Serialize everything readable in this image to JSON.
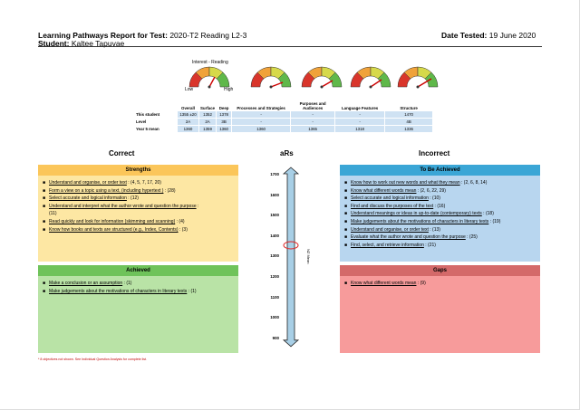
{
  "header": {
    "report_label": "Learning Pathways Report for Test:",
    "test_name": "2020-T2 Reading L2-3",
    "date_label": "Date Tested:",
    "date_value": "19 June 2020",
    "student_label": "Student:",
    "student_name": "Kaltee Tapuvae"
  },
  "gauges": {
    "interest_label": "Interest - Reading",
    "low_label": "Low",
    "high_label": "High",
    "colors": [
      "#d9352b",
      "#f0a23a",
      "#d6d94a",
      "#5fb84a"
    ]
  },
  "scores_table": {
    "columns": [
      "Overall",
      "Surface",
      "Deep",
      "Processes and Strategies",
      "Purposes and Audiences",
      "Language Features",
      "Structure"
    ],
    "rows": [
      {
        "label": "This student",
        "values": [
          "1355 ±20",
          "1352",
          "1378",
          "-",
          "-",
          "-",
          "1470"
        ]
      },
      {
        "label": "Level",
        "values": [
          "2A",
          "2A",
          "3B",
          "-",
          "-",
          "-",
          "4B"
        ]
      },
      {
        "label": "Year 5 mean",
        "values": [
          "1360",
          "1359",
          "1360",
          "1360",
          "1365",
          "1318",
          "1336"
        ]
      }
    ]
  },
  "columns": {
    "correct": "Correct",
    "ars": "aRs",
    "incorrect": "Incorrect"
  },
  "strengths": {
    "title": "Strengths",
    "color": "#fbc65a",
    "body_color": "#fde7a3",
    "items": [
      {
        "text": "Understand and organise, or order text",
        "detail": " : (4, 5, 7, 17, 20)"
      },
      {
        "text": "Form a view on a topic using a text, (including hypertext )",
        "detail": " : (28)"
      },
      {
        "text": "Select accurate and logical information",
        "detail": " : (12)"
      },
      {
        "text": "Understand and interpret what the author wrote and question the purpose",
        "detail": " :"
      },
      {
        "text": "",
        "detail": "(11)"
      },
      {
        "text": "Read quickly and look for information (skimming and scanning)",
        "detail": " : (4)"
      },
      {
        "text": "Know how books and texts are structured (e.g., Index, Contents)",
        "detail": " : (3)"
      }
    ]
  },
  "achieved": {
    "title": "Achieved",
    "color": "#6fc35a",
    "body_color": "#b9e3a6",
    "items": [
      {
        "text": "Make a conclusion or an assumption",
        "detail": " : (1)"
      },
      {
        "text": "Make judgements about the motivations of characters in literary texts",
        "detail": " : (1)"
      }
    ]
  },
  "to_be_achieved": {
    "title": "To Be Achieved",
    "color": "#3aa6d6",
    "body_color": "#b8d6ef",
    "items": [
      {
        "text": "Know how to work out new words and what they mean",
        "detail": " : (2, 6, 8, 14)"
      },
      {
        "text": "Know what different words mean",
        "detail": " : (2, 6, 22, 29)"
      },
      {
        "text": "Select accurate and logical information",
        "detail": " : (10)"
      },
      {
        "text": "Find and discuss the purposes of the text",
        "detail": " : (16)"
      },
      {
        "text": "Understand meanings or ideas in up-to-date (contemporary) texts",
        "detail": " : (18)"
      },
      {
        "text": "Make judgements about the motivations of characters in literary texts",
        "detail": " : (19)"
      },
      {
        "text": "Understand and organise, or order text",
        "detail": " : (13)"
      },
      {
        "text": "Evaluate what the author wrote and question the purpose",
        "detail": " : (25)"
      },
      {
        "text": "Find, select, and retrieve information",
        "detail": " : (21)"
      }
    ]
  },
  "gaps": {
    "title": "Gaps",
    "color": "#d46a6a",
    "body_color": "#f79b9b",
    "items": [
      {
        "text": "Know what different words mean",
        "detail": " : (9)"
      }
    ]
  },
  "ars_scale": {
    "ticks": [
      "1700",
      "1600",
      "1500",
      "1400",
      "1300",
      "1200",
      "1100",
      "1000",
      "900"
    ],
    "mean_label": "NZ Mean",
    "student_score": 1355,
    "arrow_color": "#a8cfe6"
  },
  "footnote": "* 8 objectives not shown. See Individual Question Analysis for complete list."
}
